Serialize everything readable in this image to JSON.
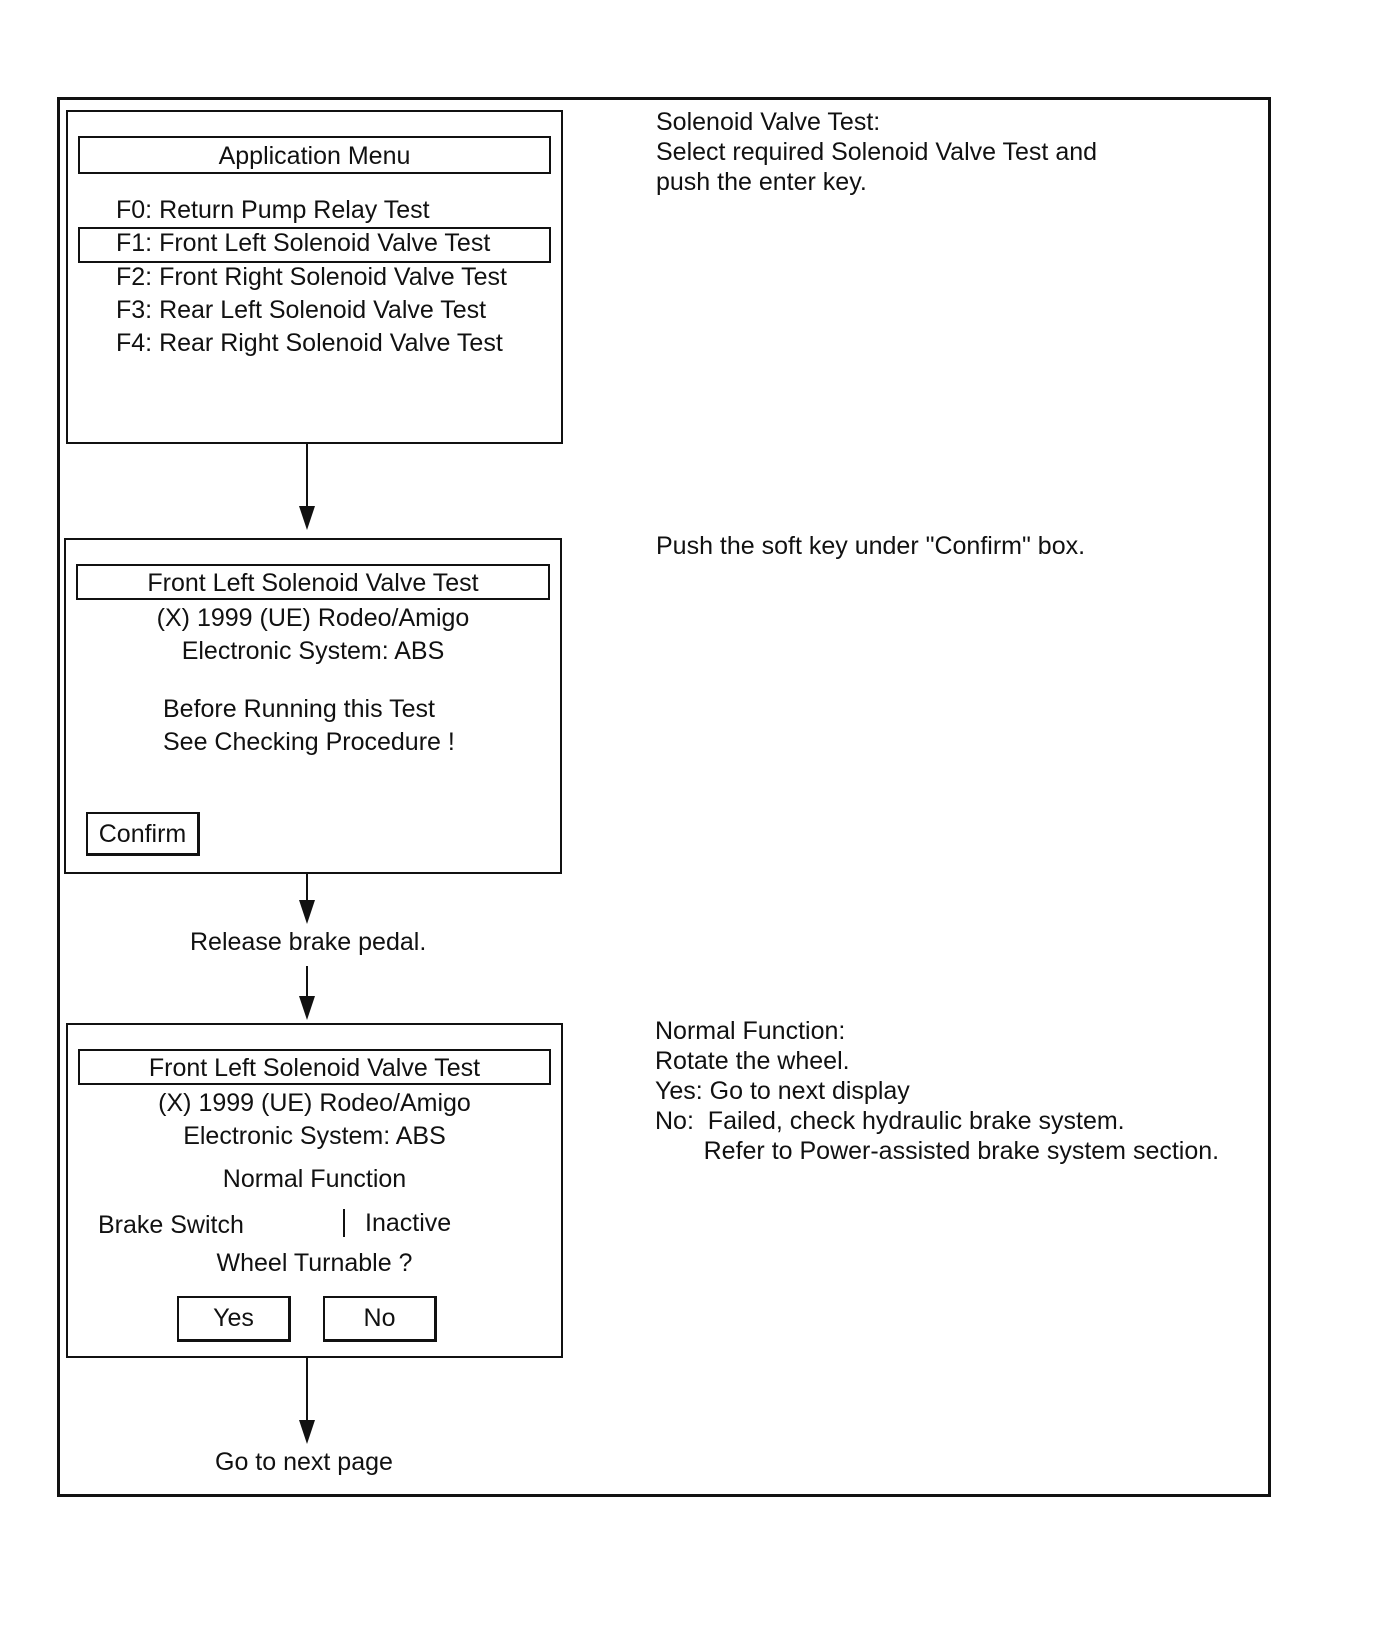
{
  "screen1": {
    "title": "Application Menu",
    "items": [
      "F0: Return Pump Relay Test",
      "F1: Front Left Solenoid Valve Test",
      "F2: Front Right Solenoid Valve Test",
      "F3: Rear Left Solenoid Valve Test",
      "F4: Rear Right Solenoid Valve Test"
    ],
    "selected_index": 1
  },
  "note1": {
    "lines": [
      "Solenoid Valve Test:",
      "Select required Solenoid Valve Test and",
      "push the enter key."
    ]
  },
  "screen2": {
    "title": "Front Left Solenoid Valve Test",
    "vehicle": "(X) 1999  (UE) Rodeo/Amigo",
    "system": "Electronic System: ABS",
    "warning_line1": "Before Running this Test",
    "warning_line2": "See Checking Procedure !",
    "confirm_label": "Confirm"
  },
  "note2": "Push the soft key under \"Confirm\" box.",
  "step_release": "Release brake pedal.",
  "screen3": {
    "title": "Front Left Solenoid Valve Test",
    "vehicle": "(X) 1999  (UE) Rodeo/Amigo",
    "system": "Electronic System: ABS",
    "mode": "Normal Function",
    "param_name": "Brake Switch",
    "param_value": "Inactive",
    "question": "Wheel Turnable ?",
    "yes_label": "Yes",
    "no_label": "No"
  },
  "note3": {
    "lines": [
      "Normal Function:",
      "Rotate the wheel.",
      "Yes: Go to next display",
      "No:  Failed, check hydraulic brake system.",
      "       Refer to Power-assisted brake system section."
    ]
  },
  "step_next": "Go to next page"
}
